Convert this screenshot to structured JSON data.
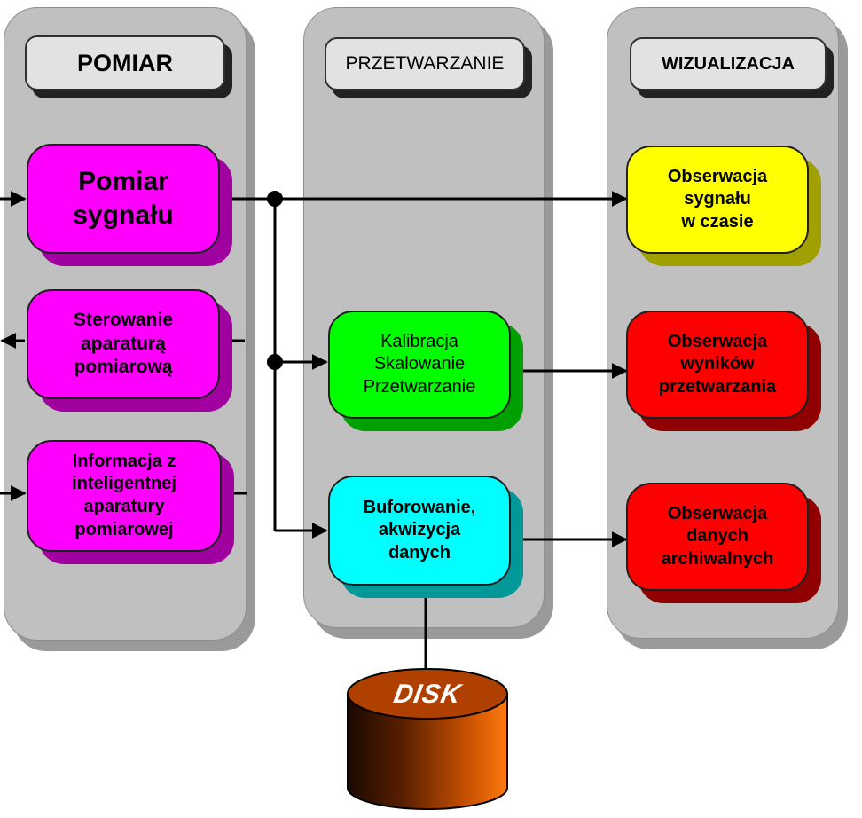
{
  "columns": {
    "pomiar": "POMIAR",
    "przetwarzanie": "PRZETWARZANIE",
    "wizualizacja": "WIZUALIZACJA"
  },
  "boxes": {
    "pomiar_sygnalu": [
      "Pomiar",
      "sygnału"
    ],
    "sterowanie": [
      "Sterowanie",
      "aparaturą",
      "pomiarową"
    ],
    "informacja": [
      "Informacja z",
      "inteligentnej",
      "aparatury",
      "pomiarowej"
    ],
    "kalibracja": [
      "Kalibracja",
      "Skalowanie",
      "Przetwarzanie"
    ],
    "buforowanie": [
      "Buforowanie,",
      "akwizycja",
      "danych"
    ],
    "obs_sygnalu": [
      "Obserwacja",
      "sygnału",
      "w czasie"
    ],
    "obs_wynikow": [
      "Obserwacja",
      "wyników",
      "przetwarzania"
    ],
    "obs_danych": [
      "Obserwacja",
      "danych",
      "archiwalnych"
    ]
  },
  "disk": {
    "label": "DISK"
  },
  "colors": {
    "magenta": "#ff00ff",
    "yellow": "#ffff00",
    "red": "#ff0000",
    "green": "#00ff00",
    "cyan": "#00ffff",
    "disk": "#c84a00"
  }
}
